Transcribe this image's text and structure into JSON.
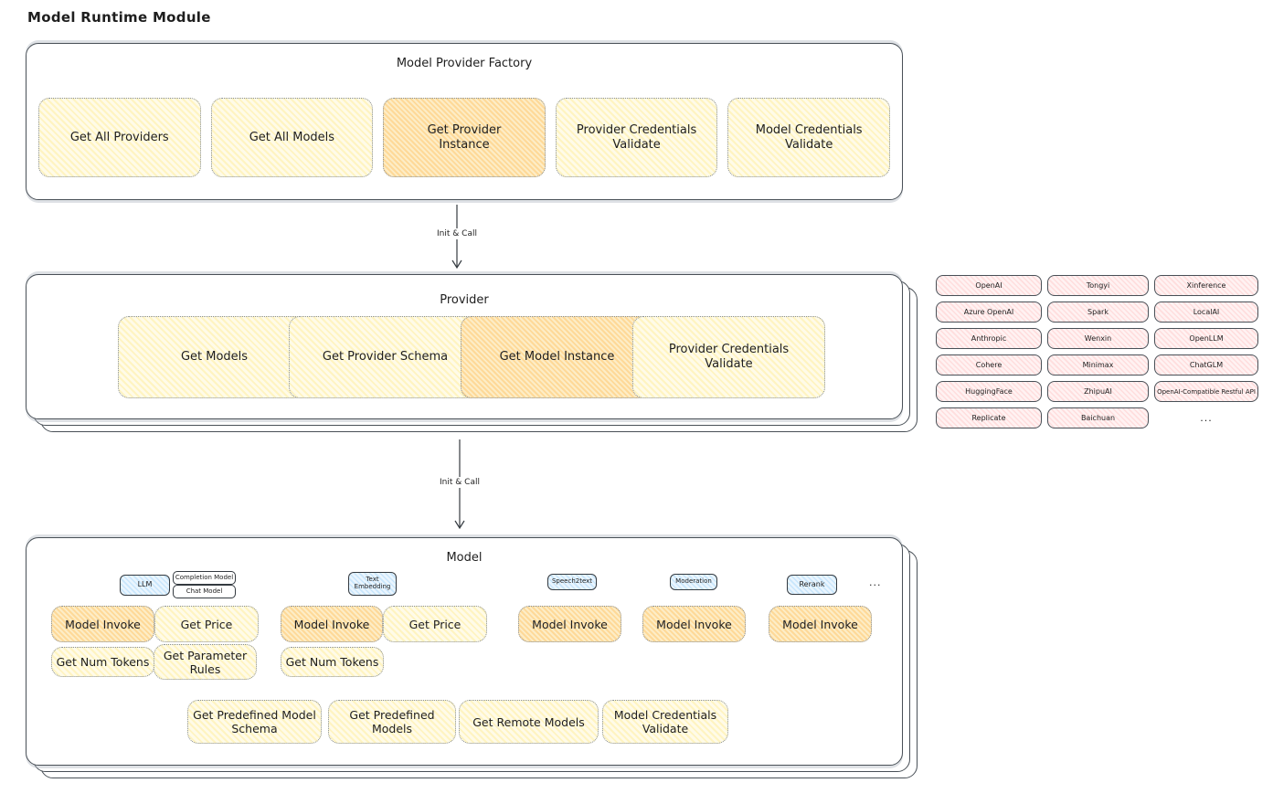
{
  "page": {
    "title": "Model Runtime Module"
  },
  "colors": {
    "node_yellow": "#ffec99",
    "node_orange": "#ffd8a8",
    "vendor_pink": "#ffc9c9",
    "tab_blue": "#d0ebff",
    "border_dark": "#343a40",
    "border_dotted": "#868e96",
    "text": "#1e1e1e"
  },
  "factory": {
    "title": "Model Provider Factory",
    "items": [
      {
        "label": "Get All Providers",
        "highlighted": false
      },
      {
        "label": "Get All Models",
        "highlighted": false
      },
      {
        "label": "Get Provider Instance",
        "highlighted": true
      },
      {
        "label": "Provider Credentials Validate",
        "highlighted": false
      },
      {
        "label": "Model Credentials Validate",
        "highlighted": false
      }
    ]
  },
  "arrows": {
    "factory_to_provider": "Init & Call",
    "provider_to_model": "Init & Call"
  },
  "provider": {
    "title": "Provider",
    "items": [
      {
        "label": "Get Models",
        "highlighted": false
      },
      {
        "label": "Get Provider Schema",
        "highlighted": false
      },
      {
        "label": "Get Model Instance",
        "highlighted": true
      },
      {
        "label": "Provider Credentials Validate",
        "highlighted": false
      }
    ]
  },
  "providers_list": {
    "rows": [
      [
        "OpenAI",
        "Tongyi",
        "Xinference"
      ],
      [
        "Azure OpenAI",
        "Spark",
        "LocalAI"
      ],
      [
        "Anthropic",
        "Wenxin",
        "OpenLLM"
      ],
      [
        "Cohere",
        "Minimax",
        "ChatGLM"
      ],
      [
        "HuggingFace",
        "ZhipuAI",
        "OpenAI-Compatible Restful API"
      ],
      [
        "Replicate",
        "Baichuan"
      ]
    ],
    "more": "..."
  },
  "model": {
    "title": "Model",
    "tabs": [
      {
        "label": "LLM"
      },
      {
        "label": "Completion Model"
      },
      {
        "label": "Chat Model"
      },
      {
        "label": "Text Embedding"
      },
      {
        "label": "Speech2text"
      },
      {
        "label": "Moderation"
      },
      {
        "label": "Rerank"
      }
    ],
    "more_tabs": "...",
    "llm_actions": [
      "Model Invoke",
      "Get Price",
      "Get Num Tokens",
      "Get Parameter Rules"
    ],
    "text_embedding_actions": [
      "Model Invoke",
      "Get Price",
      "Get Num Tokens"
    ],
    "speech2text_actions": [
      "Model Invoke"
    ],
    "moderation_actions": [
      "Model Invoke"
    ],
    "rerank_actions": [
      "Model Invoke"
    ],
    "common_actions": [
      "Get Predefined Model Schema",
      "Get Predefined Models",
      "Get Remote Models",
      "Model Credentials Validate"
    ]
  }
}
